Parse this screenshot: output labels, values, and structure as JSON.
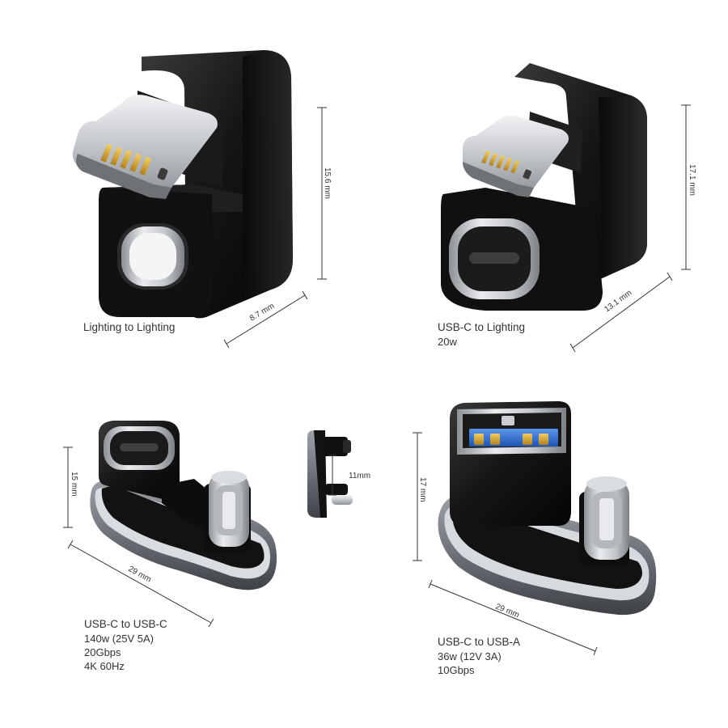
{
  "products": [
    {
      "name": "Lighting to Lighting",
      "specs": [],
      "dimensions": [
        "15.6 mm",
        "8.7 mm"
      ]
    },
    {
      "name": "USB-C to Lighting",
      "specs": [
        "20w"
      ],
      "dimensions": [
        "17.1 mm",
        "13.1 mm"
      ]
    },
    {
      "name": "USB-C to USB-C",
      "specs": [
        "140w (25V 5A)",
        "20Gbps",
        "4K 60Hz"
      ],
      "dimensions": [
        "15 mm",
        "29 mm",
        "11mm"
      ]
    },
    {
      "name": "USB-C to USB-A",
      "specs": [
        "36w (12V 3A)",
        "10Gbps"
      ],
      "dimensions": [
        "17 mm",
        "29 mm"
      ]
    }
  ],
  "colors": {
    "body_black": "#151515",
    "metal_silver": "#c9ccd0",
    "gold_pins": "#d6a62c",
    "usb_blue": "#2d6fd0",
    "gray_shell": "#6f737a",
    "line": "#333333"
  }
}
